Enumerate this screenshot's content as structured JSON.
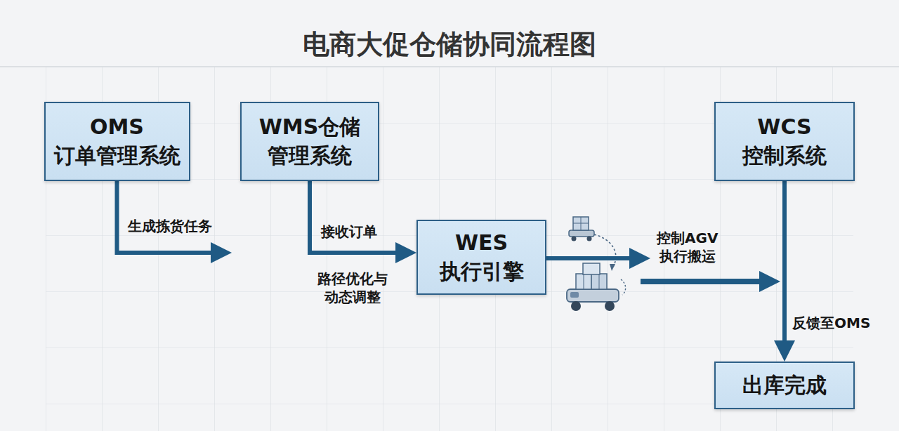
{
  "diagram": {
    "title": "电商大促仓储协同流程图",
    "nodes": [
      {
        "text": [
          "OMS 订单管理系统"
        ]
      },
      {
        "text": [
          "WMS仓储 管理系统"
        ]
      },
      {
        "text": [
          "WES 执行引擎"
        ]
      },
      {
        "text": [
          "WCS 控制系统"
        ]
      },
      {
        "text": [
          "出库完成"
        ]
      }
    ],
    "edges": [
      {
        "from": 0,
        "to": 1,
        "label": "生成拣货任务",
        "arrow": "to"
      },
      {
        "from": 1,
        "to": 2,
        "label": "接收订单",
        "arrow": "to"
      },
      {
        "from": 2,
        "to": 3,
        "label": "控制AGV 执行搬运",
        "arrow": "to"
      },
      {
        "from": 3,
        "to": 4,
        "label": "反馈至OMS",
        "arrow": "to"
      }
    ],
    "labels": [
      "路径优化与 动态调整"
    ]
  }
}
